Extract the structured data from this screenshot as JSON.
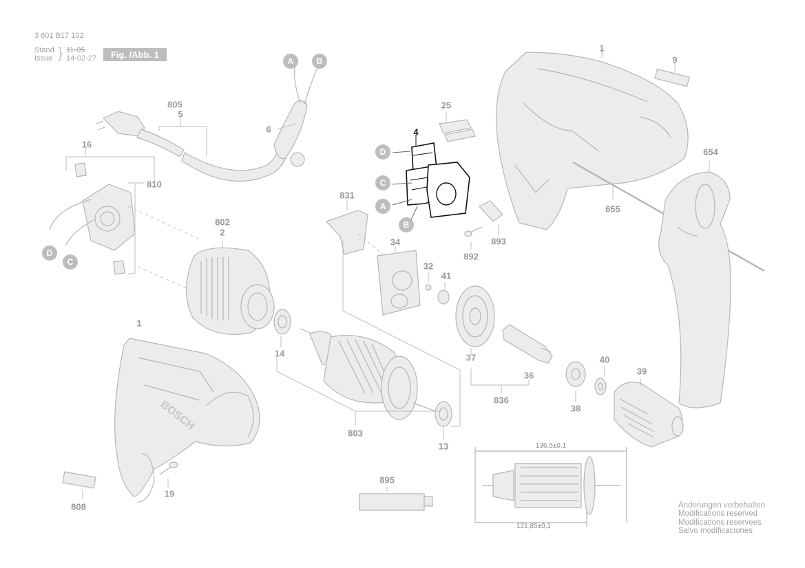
{
  "header": {
    "doc_number": "3 601 B17 102",
    "stand_label": "Stand",
    "issue_label": "Issue",
    "stand_value": "11-05",
    "issue_value": "14-02-27",
    "figure_label": "Fig. /Abb. 1"
  },
  "part_labels": {
    "p805": "805",
    "p5": "5",
    "p6": "6",
    "p16": "16",
    "p810": "810",
    "p802": "802",
    "p2": "2",
    "p14": "14",
    "p1_front": "1",
    "p19": "19",
    "p808": "808",
    "p803": "803",
    "p13": "13",
    "p895": "895",
    "p4": "4",
    "p25": "25",
    "p831": "831",
    "p34": "34",
    "p32": "32",
    "p41": "41",
    "p37": "37",
    "p892": "892",
    "p893": "893",
    "p1_rear": "1",
    "p9": "9",
    "p654": "654",
    "p655": "655",
    "p36": "36",
    "p836": "836",
    "p40": "40",
    "p38": "38",
    "p39": "39"
  },
  "connector_letters": {
    "cable_a": "A",
    "cable_b": "B",
    "switch_d": "D",
    "switch_c": "C",
    "switch_a": "A",
    "switch_b": "B",
    "brush_d": "D",
    "brush_c": "C"
  },
  "dimensions": {
    "overall_length": "136,5±0,1",
    "core_length": "121,85±0,1"
  },
  "notes": [
    "Änderungen vorbehalten",
    "Modifications reserved",
    "Modifications reservees",
    "Salvo modificaciones"
  ],
  "brand_text": "BOSCH",
  "colors": {
    "line_gray": "#b5b5b5",
    "label_gray": "#9a9a9a",
    "badge_gray": "#bdbdbd",
    "highlight": "#111111"
  }
}
